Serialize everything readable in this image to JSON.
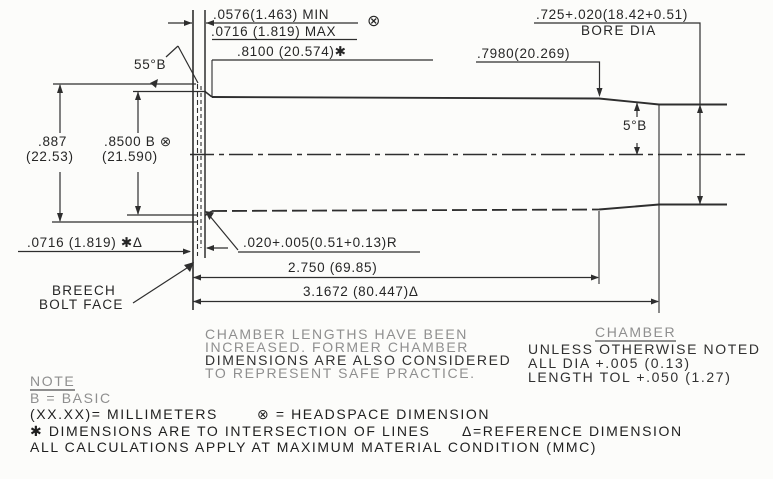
{
  "dims": {
    "headspace_min": ".0576(1.463) MIN",
    "headspace_max": ".0716 (1.819) MAX",
    "headspace_symbol": "⊗",
    "chamber_rear_dia": ".8100 (20.574)✱",
    "chamber_front_dia": ".7980(20.269)",
    "bore_dia_value": ".725+.020(18.42+0.51)",
    "bore_dia_label": "BORE DIA",
    "rim_recess_dia": ".887",
    "rim_recess_dia_mm": "(22.53)",
    "rim_seat_dia": ".8500 B ⊗",
    "rim_seat_dia_mm": "(21.590)",
    "rim_seat_angle": "55°B",
    "forcing_cone_angle": "5°B",
    "rim_thickness": ".0716 (1.819) ✱Δ",
    "mouth_radius": ".020+.005(0.51+0.13)R",
    "chamber_length": "2.750 (69.85)",
    "overall_length": "3.1672 (80.447)Δ",
    "breech_line1": "BREECH",
    "breech_line2": "BOLT FACE"
  },
  "safety_note": {
    "lines": [
      "CHAMBER LENGTHS HAVE BEEN",
      "INCREASED. FORMER CHAMBER",
      "DIMENSIONS ARE ALSO CONSIDERED",
      "TO REPRESENT SAFE PRACTICE."
    ]
  },
  "chamber_spec": {
    "heading": "CHAMBER",
    "lines": [
      "UNLESS OTHERWISE NOTED",
      "ALL DIA +.005 (0.13)",
      "LENGTH TOL +.050 (1.27)"
    ]
  },
  "general_note": {
    "heading": "NOTE",
    "basic": "B = BASIC",
    "mm": "(XX.XX)= MILLIMETERS",
    "headspace": "⊗ = HEADSPACE DIMENSION",
    "intersection": "✱ DIMENSIONS ARE TO INTERSECTION OF LINES",
    "reference": "Δ=REFERENCE DIMENSION",
    "mmc": "ALL CALCULATIONS APPLY AT MAXIMUM MATERIAL CONDITION (MMC)"
  },
  "colors": {
    "line": "#2e2e2e",
    "text": "#262626",
    "muted": "#8f8f8f"
  }
}
